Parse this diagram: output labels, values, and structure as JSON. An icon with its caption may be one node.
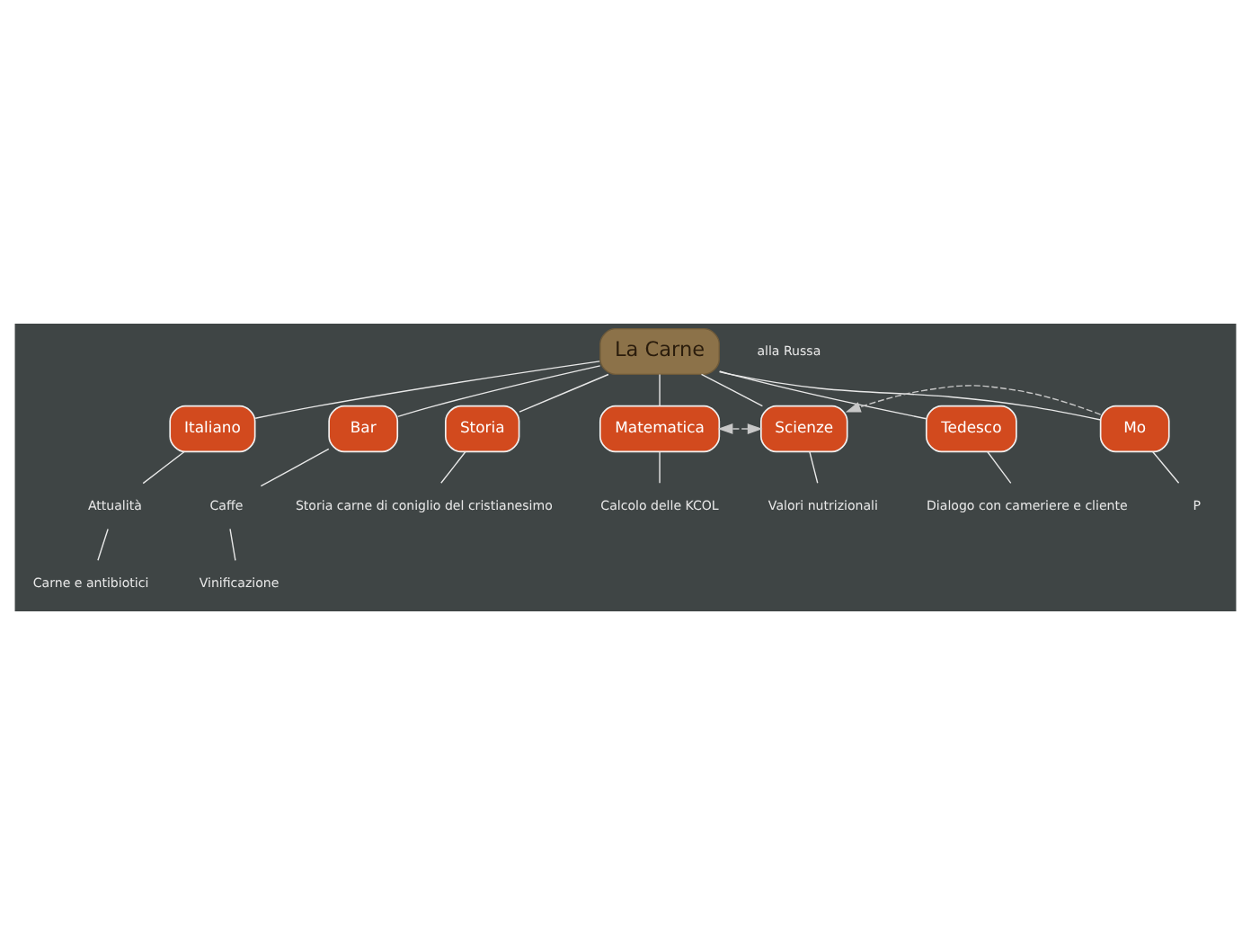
{
  "diagram": {
    "nodes": [
      {
        "text": [
          "La Carne"
        ]
      },
      {
        "text": [
          "alla Russa"
        ]
      },
      {
        "text": [
          "Italiano"
        ]
      },
      {
        "text": [
          "Attualità"
        ]
      },
      {
        "text": [
          "Carne e antibiotici"
        ]
      },
      {
        "text": [
          "Bar"
        ]
      },
      {
        "text": [
          "Caffe"
        ]
      },
      {
        "text": [
          "Vinificazione"
        ]
      },
      {
        "text": [
          "Storia"
        ]
      },
      {
        "text": [
          "Storia carne di coniglio del cristianesimo"
        ]
      },
      {
        "text": [
          "Matematica"
        ]
      },
      {
        "text": [
          "Calcolo delle KCOL"
        ]
      },
      {
        "text": [
          "Scienze"
        ]
      },
      {
        "text": [
          "Valori nutrizionali"
        ]
      },
      {
        "text": [
          "Tedesco"
        ]
      },
      {
        "text": [
          "Dialogo con cameriere e cliente"
        ]
      },
      {
        "text": [
          "Mo"
        ]
      },
      {
        "text": [
          "P"
        ]
      }
    ],
    "edges": [
      {
        "from": 0,
        "to": 2,
        "arrow": "none"
      },
      {
        "from": 2,
        "to": 3,
        "arrow": "none"
      },
      {
        "from": 3,
        "to": 4,
        "arrow": "none"
      },
      {
        "from": 0,
        "to": 5,
        "arrow": "none"
      },
      {
        "from": 5,
        "to": 6,
        "arrow": "none"
      },
      {
        "from": 6,
        "to": 7,
        "arrow": "none"
      },
      {
        "from": 0,
        "to": 8,
        "arrow": "none"
      },
      {
        "from": 8,
        "to": 9,
        "arrow": "none"
      },
      {
        "from": 0,
        "to": 10,
        "arrow": "none"
      },
      {
        "from": 10,
        "to": 11,
        "arrow": "none"
      },
      {
        "from": 0,
        "to": 12,
        "arrow": "none"
      },
      {
        "from": 12,
        "to": 13,
        "arrow": "none"
      },
      {
        "from": 0,
        "to": 14,
        "arrow": "none"
      },
      {
        "from": 14,
        "to": 15,
        "arrow": "none"
      },
      {
        "from": 0,
        "to": 16,
        "arrow": "none"
      },
      {
        "from": 16,
        "to": 17,
        "arrow": "none"
      },
      {
        "from": 12,
        "to": 10,
        "arrow": "both",
        "style": "dashed",
        "color": "#c8c8c8"
      },
      {
        "from": 16,
        "to": 12,
        "arrow": "to",
        "style": "dashed",
        "color": "#c8c8c8"
      }
    ]
  }
}
